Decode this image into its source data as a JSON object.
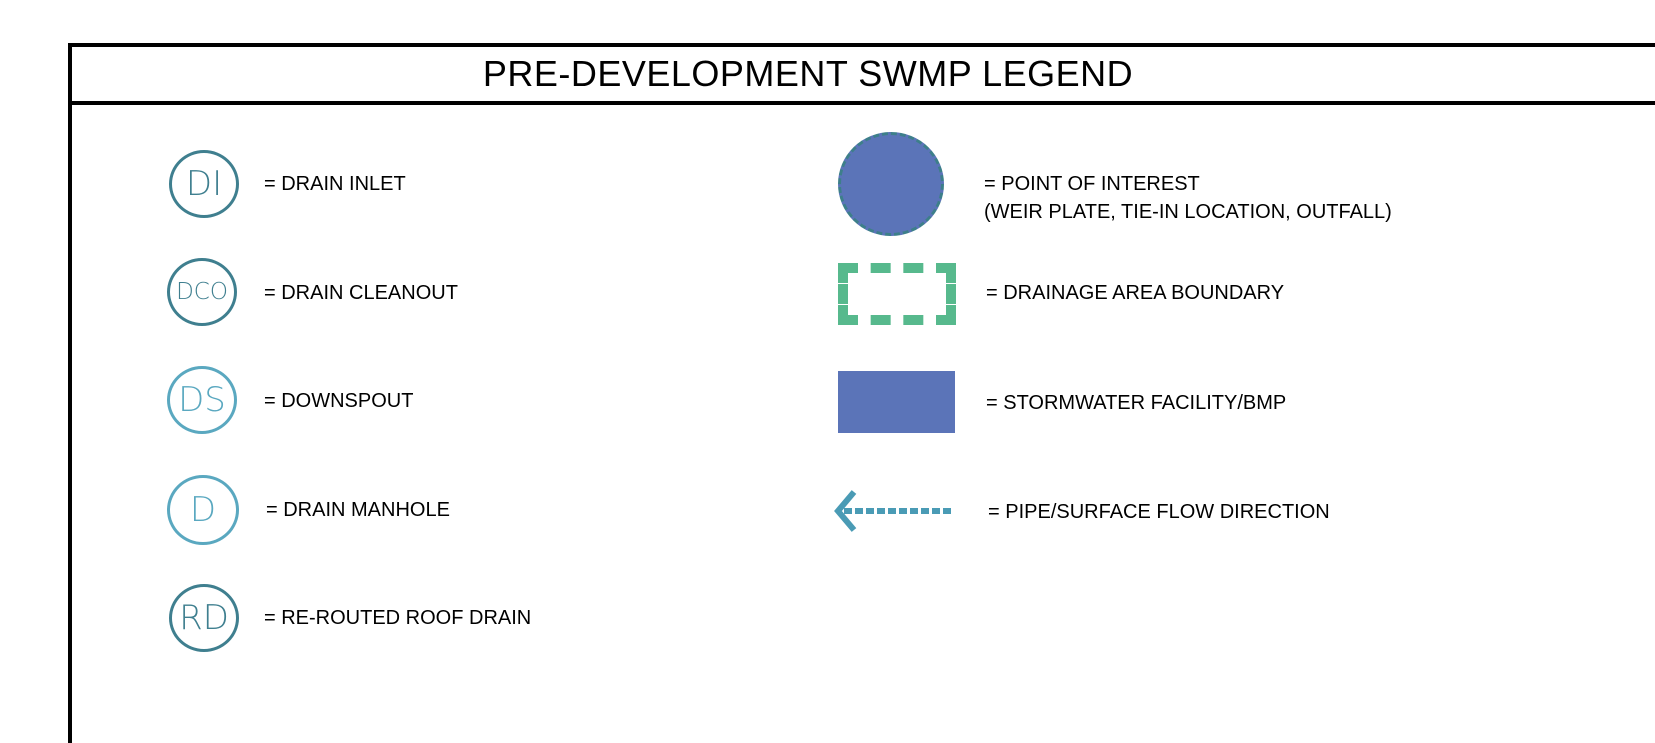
{
  "title": "PRE-DEVELOPMENT SWMP LEGEND",
  "colors": {
    "symbol_dark": "#3f7f8f",
    "symbol_light": "#5aa8c0",
    "facility_blue": "#5b74b8",
    "boundary_green": "#57b98d",
    "flow_arrow": "#4a9bb5"
  },
  "left_items": [
    {
      "symbol": "DI",
      "label": "= DRAIN INLET"
    },
    {
      "symbol": "DCO",
      "label": "= DRAIN CLEANOUT"
    },
    {
      "symbol": "DS",
      "label": "= DOWNSPOUT"
    },
    {
      "symbol": "D",
      "label": "= DRAIN MANHOLE"
    },
    {
      "symbol": "RD",
      "label": "= RE-ROUTED ROOF DRAIN"
    }
  ],
  "right_items": {
    "poi": {
      "label": "= POINT OF INTEREST",
      "sublabel": "(WEIR PLATE, TIE-IN LOCATION, OUTFALL)",
      "icon": "point-of-interest-circle"
    },
    "boundary": {
      "label": "= DRAINAGE AREA BOUNDARY",
      "icon": "dashed-rectangle"
    },
    "facility": {
      "label": "= STORMWATER FACILITY/BMP",
      "icon": "filled-rectangle"
    },
    "flow": {
      "label": "= PIPE/SURFACE FLOW DIRECTION",
      "icon": "dashed-arrow-left"
    }
  }
}
